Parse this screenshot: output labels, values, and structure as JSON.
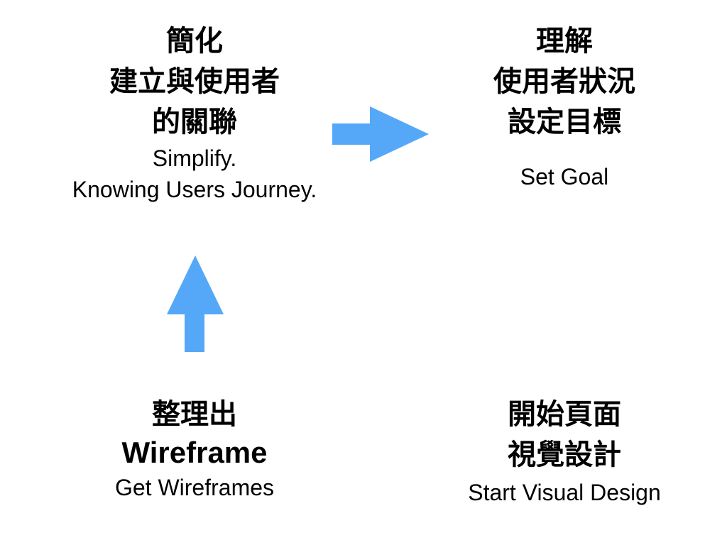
{
  "top_left": {
    "title_lines": [
      "簡化",
      "建立與使用者",
      "的關聯"
    ],
    "subtitle_lines": [
      "Simplify.",
      "Knowing Users Journey."
    ]
  },
  "top_right": {
    "title_lines": [
      "理解",
      "使用者狀況",
      "設定目標"
    ],
    "subtitle": "Set Goal"
  },
  "bottom_left": {
    "title": "整理出",
    "title_en": "Wireframe",
    "subtitle": "Get Wireframes"
  },
  "bottom_right": {
    "title_lines": [
      "開始頁面",
      "視覺設計"
    ],
    "subtitle": "Start Visual Design"
  },
  "colors": {
    "arrow": "#55a8f8",
    "text": "#000000"
  }
}
